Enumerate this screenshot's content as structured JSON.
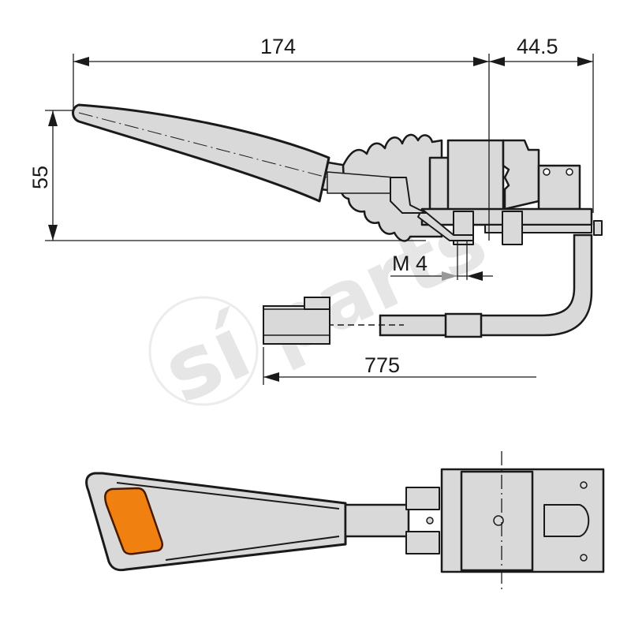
{
  "drawing": {
    "subject": "steering column switch",
    "colors": {
      "outline": "#1a1a1a",
      "fill": "#d9d9d9",
      "indicator_lens": "#f08010",
      "indicator_border": "#4a1a00",
      "watermark": "#e6e6e6",
      "background": "#ffffff"
    },
    "watermark": {
      "text_accent": "sí",
      "text_main": "parts"
    },
    "dimensions": {
      "lever_length": {
        "value": "174"
      },
      "housing_depth": {
        "value": "44.5"
      },
      "lever_height": {
        "value": "55"
      },
      "thread": {
        "value": "M 4"
      },
      "cable_length": {
        "value": "775"
      }
    },
    "views": [
      {
        "name": "side-view"
      },
      {
        "name": "cable-connector"
      },
      {
        "name": "top-view"
      }
    ]
  }
}
